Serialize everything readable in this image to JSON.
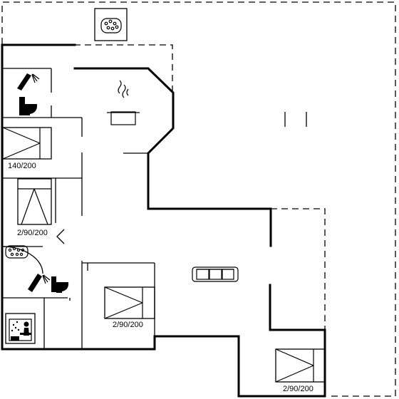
{
  "bed_labels": {
    "bed_140": "140/200",
    "bed_90_a": "2/90/200",
    "bed_90_b": "2/90/200",
    "bed_90_c": "2/90/200"
  },
  "icons": [
    "hot-tub-icon",
    "shower-icon",
    "toilet-icon",
    "stove-icon",
    "sofa-icon",
    "sauna-icon",
    "bed-icon"
  ]
}
